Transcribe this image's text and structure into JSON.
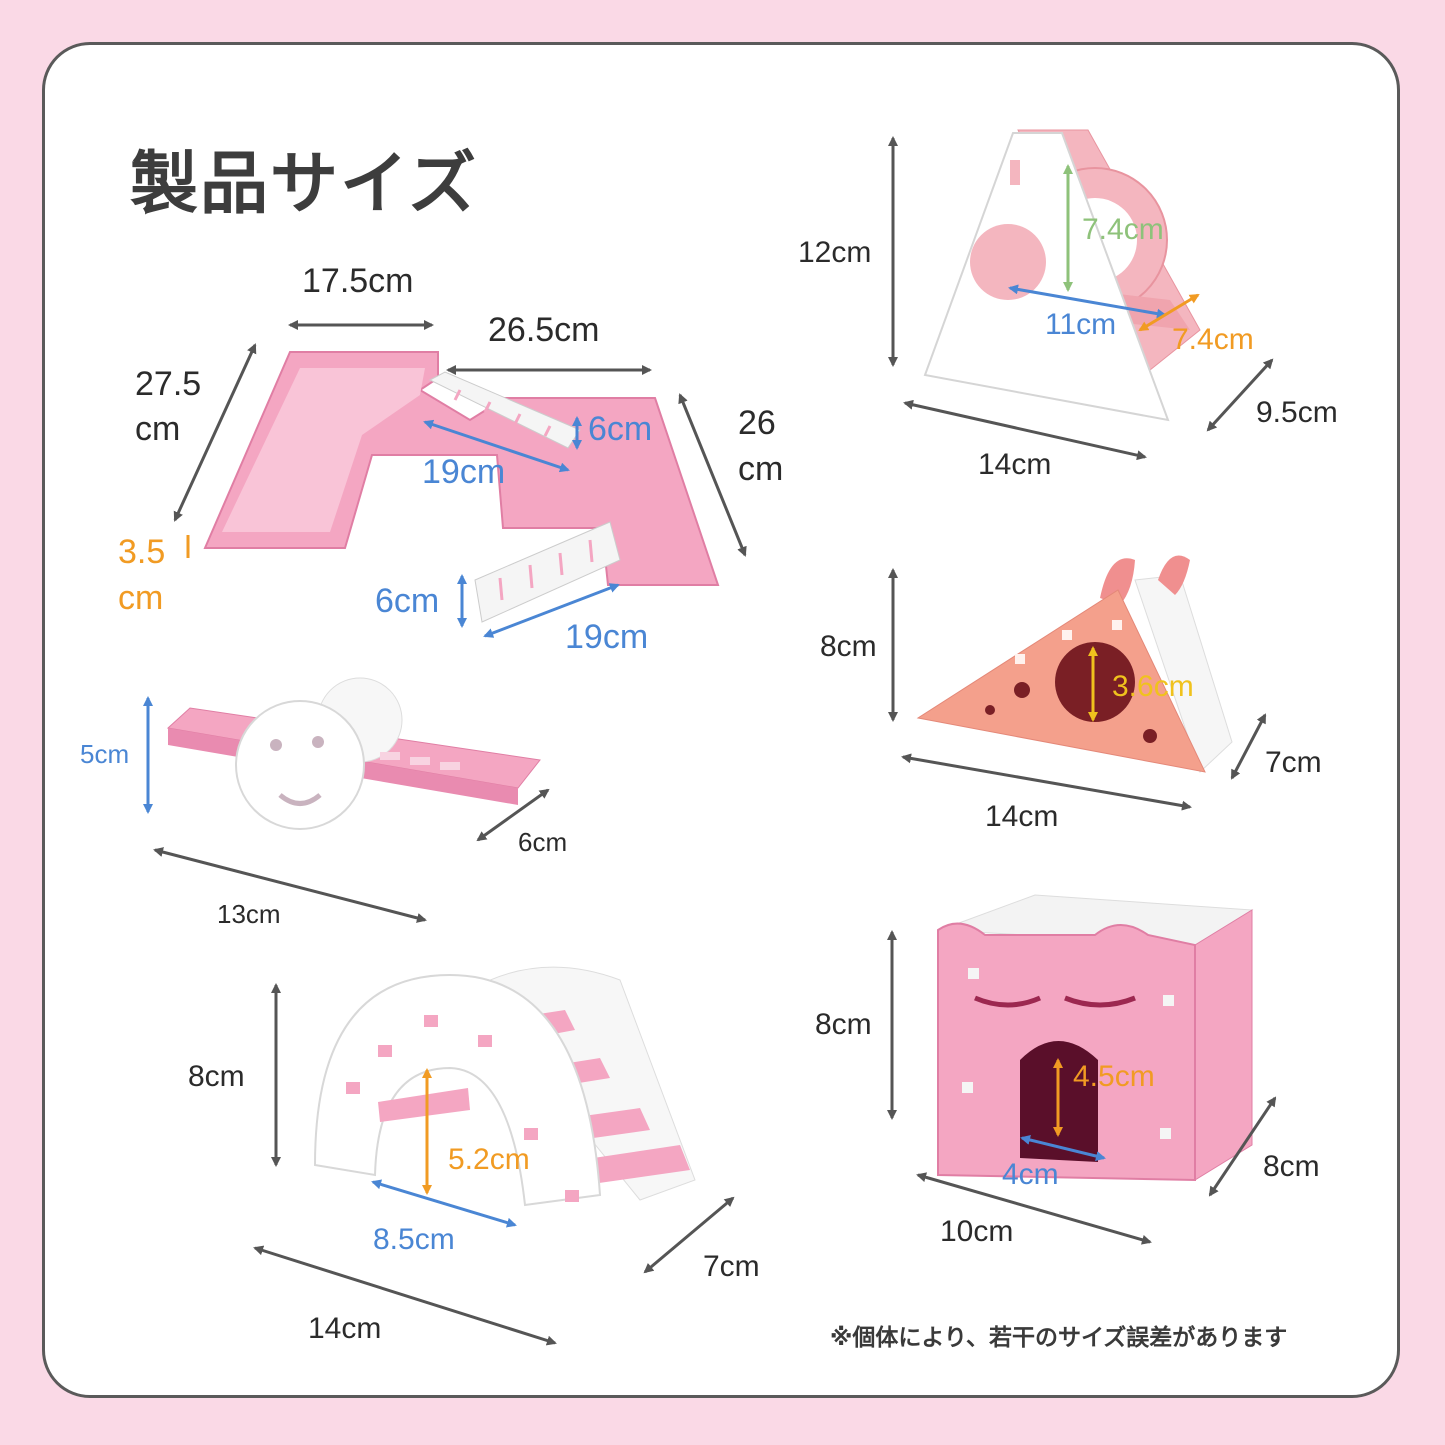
{
  "title": "製品サイズ",
  "note": "※個体により、若干のサイズ誤差があります",
  "colors": {
    "background": "#fad9e6",
    "pink": "#f4a6c2",
    "white": "#ffffff",
    "dim_dark": "#555555",
    "dim_blue": "#4a86d4",
    "dim_orange": "#f19b23",
    "dim_green": "#8ec27a",
    "dim_yellow": "#f0c21d"
  },
  "platform": {
    "width": "17.5cm",
    "length": "26.5cm",
    "depth_left_a": "27.5",
    "depth_left_b": "cm",
    "depth_right_a": "26",
    "depth_right_b": "cm",
    "height_a": "3.5",
    "height_b": "cm",
    "ladder1_height": "6cm",
    "ladder1_length": "19cm",
    "ladder2_height": "6cm",
    "ladder2_length": "19cm"
  },
  "seesaw": {
    "height": "5cm",
    "depth": "6cm",
    "width": "13cm"
  },
  "arch_bridge": {
    "height": "8cm",
    "inner_height": "5.2cm",
    "inner_width": "8.5cm",
    "depth": "7cm",
    "width": "14cm"
  },
  "swing": {
    "height": "12cm",
    "inner_height": "7.4cm",
    "inner_width": "11cm",
    "inner_depth": "7.4cm",
    "depth": "9.5cm",
    "width": "14cm"
  },
  "bunny_house": {
    "height": "8cm",
    "hole": "3.6cm",
    "depth": "7cm",
    "width": "14cm"
  },
  "cube_house": {
    "height": "8cm",
    "door_height": "4.5cm",
    "door_width": "4cm",
    "depth": "8cm",
    "width": "10cm"
  }
}
